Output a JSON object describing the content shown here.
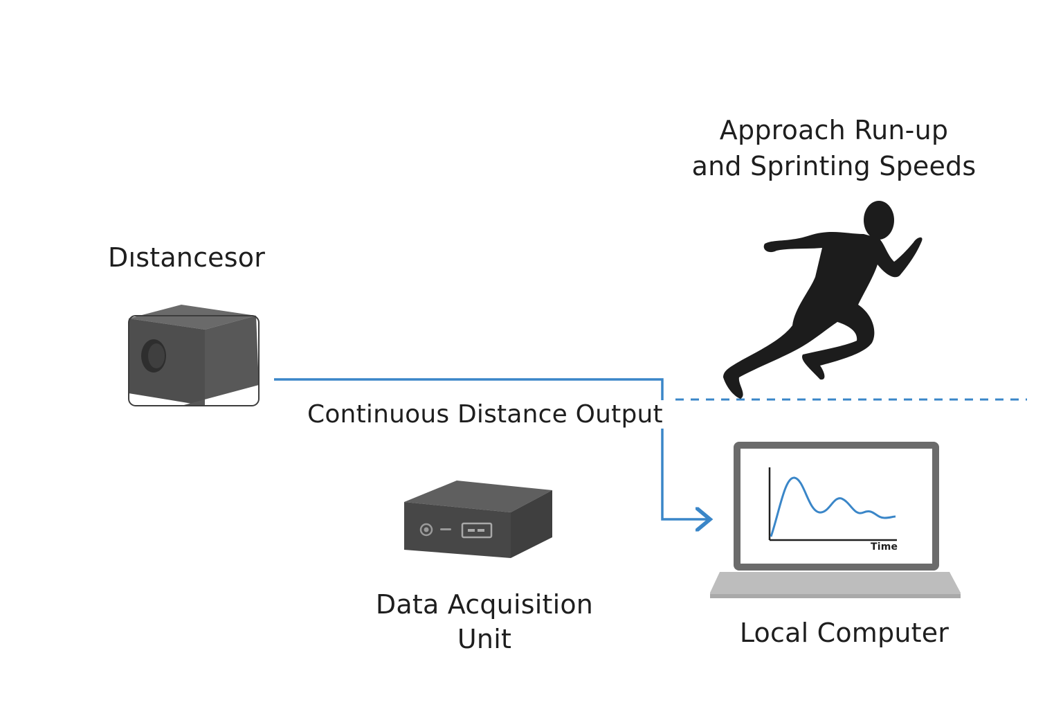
{
  "diagram": {
    "sensor_label": "Dıstancesor",
    "speeds_title_line1": "Approach Run-up",
    "speeds_title_line2": "and Sprinting Speeds",
    "output_label": "Continuous Distance Output",
    "daq_label_line1": "Data Acquisition",
    "daq_label_line2": "Unit",
    "computer_label": "Local Computer",
    "screen_axis_label": "Time"
  },
  "colors": {
    "signal_line": "#3a86c8",
    "device_body": "#4a4a4a",
    "device_top": "#5f5f5f",
    "silhouette": "#1c1c1c",
    "laptop_frame": "#6b6b6b",
    "laptop_base": "#bdbdbd",
    "text": "#1e1e1e"
  },
  "icons": {
    "sensor": "distance-sensor-icon",
    "runner": "sprinter-silhouette-icon",
    "daq": "daq-box-icon",
    "laptop": "laptop-icon"
  }
}
